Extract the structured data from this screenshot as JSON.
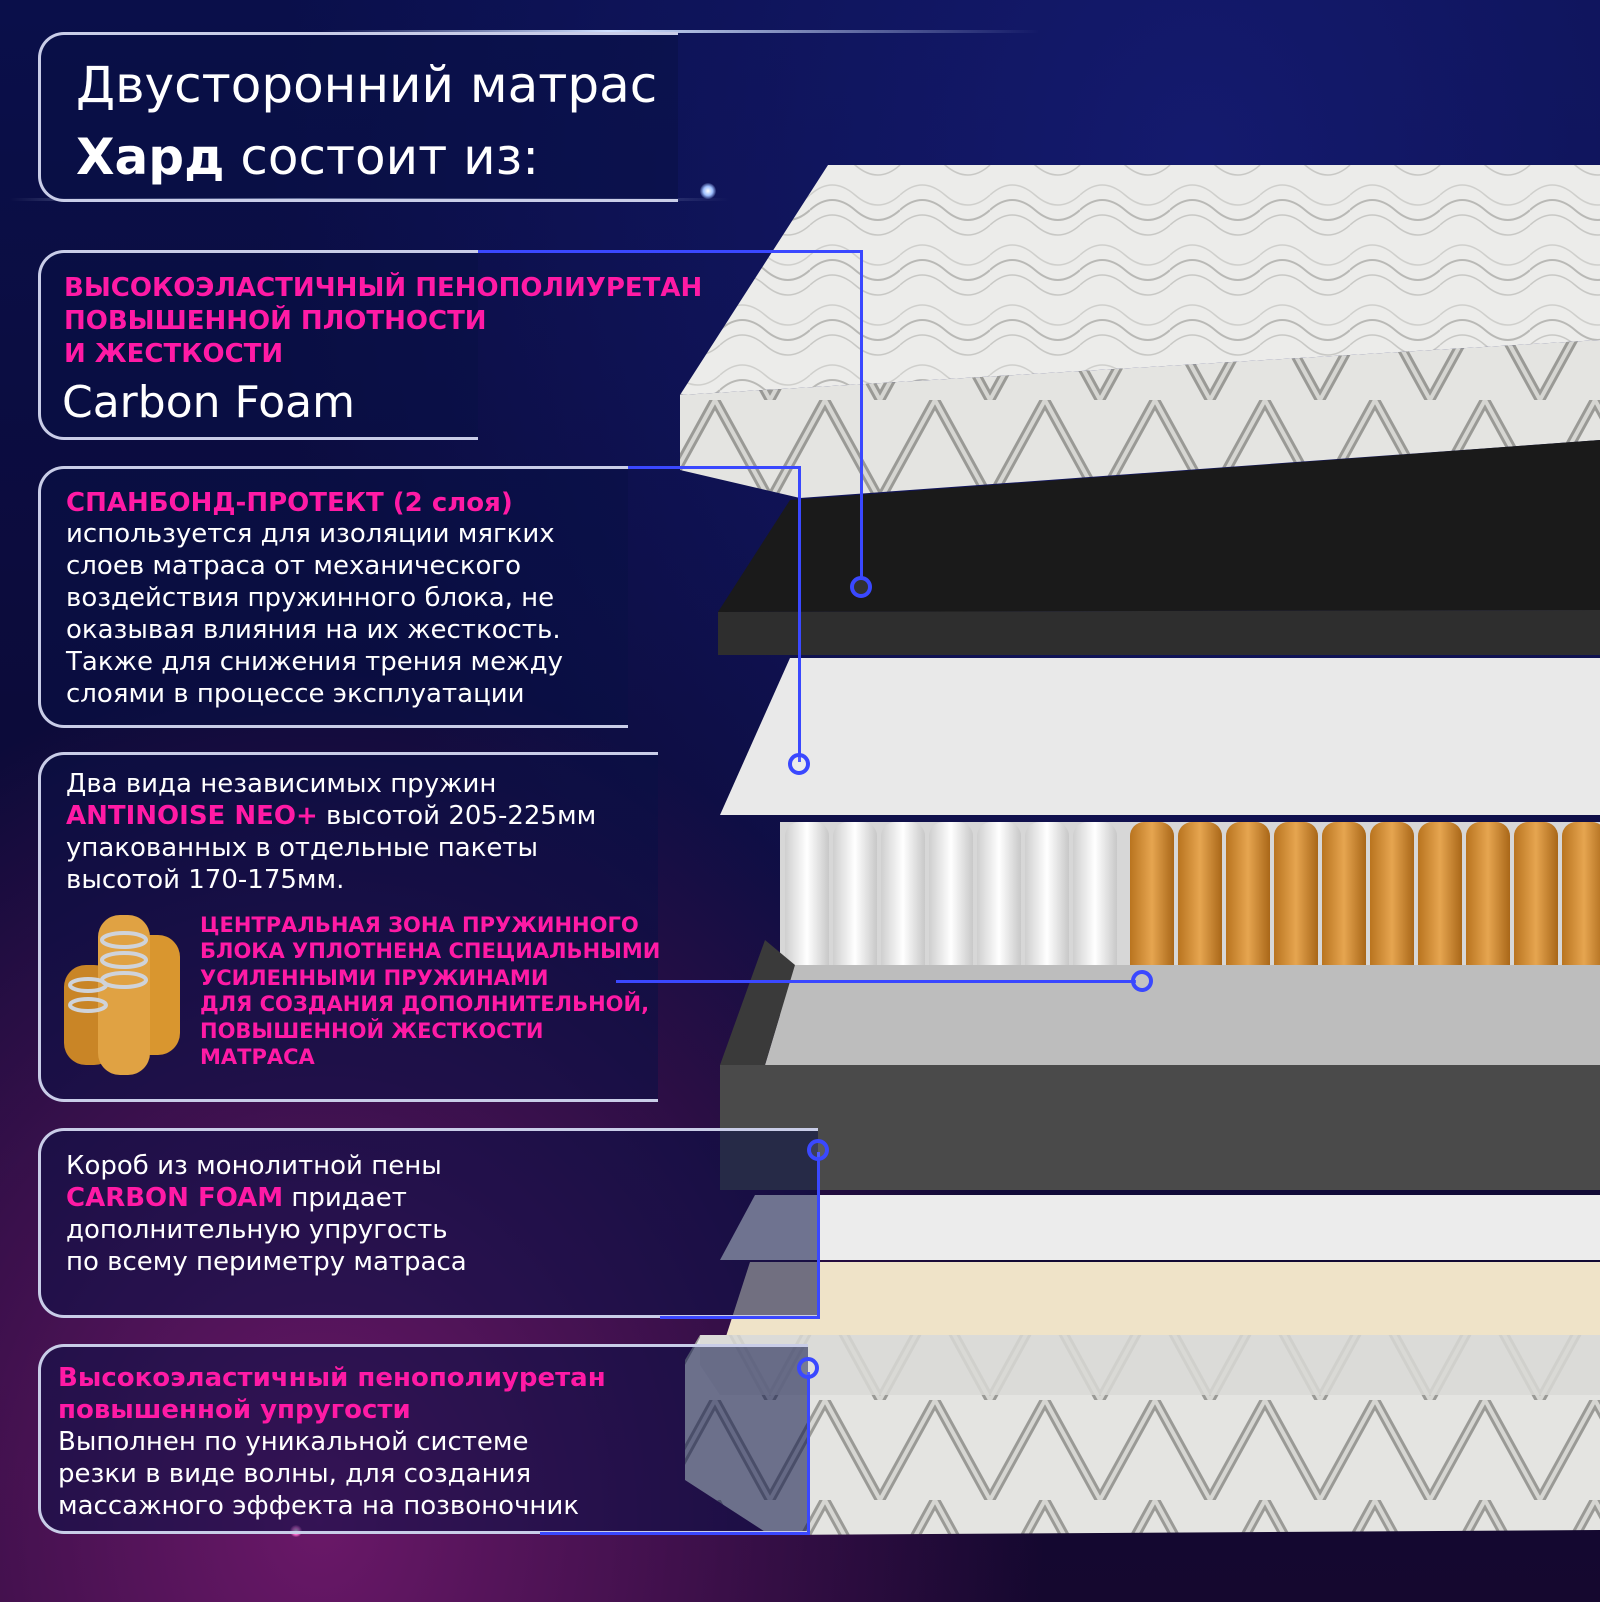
{
  "header": {
    "line1": "Двусторонний матрас",
    "line2_bold": "Хард",
    "line2_rest": " состоит из:"
  },
  "sections": [
    {
      "id": "carbon-foam-top",
      "pink_lines": [
        "ВЫСОКОЭЛАСТИЧНЫЙ  ПЕНОПОЛИУРЕТАН",
        "ПОВЫШЕННОЙ ПЛОТНОСТИ",
        "И ЖЕСТКОСТИ"
      ],
      "name": "Carbon Foam"
    },
    {
      "id": "spunbond",
      "pink_title": "СПАНБОНД-ПРОТЕКТ (2 слоя)",
      "body_lines": [
        "используется для изоляции мягких",
        "слоев матраса от механического",
        "воздействия пружинного блока, не",
        "оказывая влияния на их жесткость.",
        "Также для снижения трения между",
        "слоями в процессе эксплуатации"
      ]
    },
    {
      "id": "springs",
      "line1": "Два  вида независимых пружин",
      "line2_pink": "ANTINOISE NEO+",
      "line2_rest": " высотой 205-225мм",
      "line3": "упакованных в отдельные пакеты",
      "line4": "высотой 170-175мм.",
      "center_zone_lines": [
        "ЦЕНТРАЛЬНАЯ ЗОНА ПРУЖИННОГО",
        "БЛОКА  УПЛОТНЕНА СПЕЦИАЛЬНЫМИ",
        "УСИЛЕННЫМИ ПРУЖИНАМИ",
        "ДЛЯ СОЗДАНИЯ ДОПОЛНИТЕЛЬНОЙ,",
        "ПОВЫШЕННОЙ ЖЕСТКОСТИ",
        "МАТРАСА"
      ]
    },
    {
      "id": "box",
      "line1": "Короб из монолитной пены",
      "line2_pink": "CARBON FOAM",
      "line2_rest": " придает",
      "line3": "дополнительную упругость",
      "line4": "по всему периметру матраса"
    },
    {
      "id": "wave-foam",
      "pink_lines": [
        "Высокоэластичный пенополиуретан",
        "повышенной упругости"
      ],
      "body_lines": [
        "Выполнен по уникальной системе",
        "резки в виде волны, для создания",
        "массажного эффекта на позвоночник"
      ]
    }
  ],
  "colors": {
    "accent_pink": "#ff1aa5",
    "connector_blue": "#3a48ff",
    "spring_orange": "#d9923a",
    "spring_white": "#f2f2f2"
  }
}
